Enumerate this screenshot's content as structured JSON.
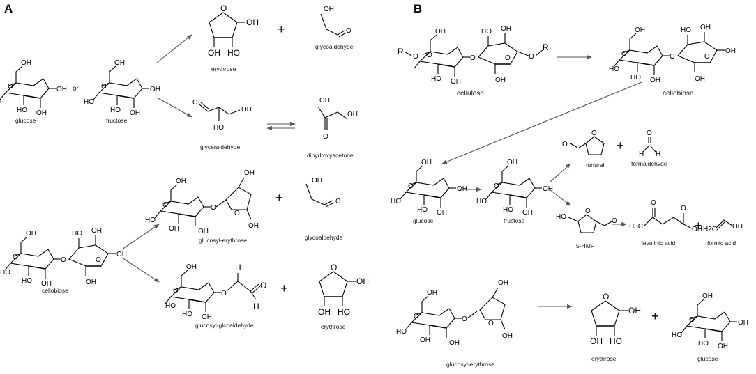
{
  "panels": {
    "a": {
      "letter": "A",
      "labels": {
        "glucose": "glucose",
        "or": "or",
        "fructose": "fructose",
        "erythrose_top": "erythrose",
        "glycoaldehyde_top": "glycoaldehyde",
        "glyceraldehyde": "glyceraldehyde",
        "dihydroxyacetone": "dihydroxyacetone",
        "glucosyl_erythrose": "glucosyl-erythrose",
        "glycoaldehyde_mid": "glycoaldehyde",
        "cellobiose": "cellobiose",
        "glucosyl_glcoaldehyde": "glucosyl-glcoaldehyde",
        "erythrose_bottom": "erythrose"
      }
    },
    "b": {
      "letter": "B",
      "labels": {
        "cellulose": "cellulose",
        "cellobiose": "cellobiose",
        "furfural": "furfural",
        "formaldehyde": "formaldehyde",
        "glucose": "glucose",
        "fructose": "fructose",
        "hmf": "5-HMF",
        "levulinic_acid": "levulinic acid",
        "formic_acid": "formic acid",
        "glucosyl_erythrose": "glucosyl-erythrose",
        "erythrose": "erythrose",
        "glucose_bottom": "glucose"
      }
    }
  },
  "symbols": {
    "plus": "+",
    "oh": "OH",
    "ho": "HO",
    "o": "O",
    "r": "R",
    "h": "H",
    "h3c": "H3C"
  },
  "colors": {
    "ink": "#000000",
    "arrow": "#555555",
    "background": "#ffffff"
  }
}
